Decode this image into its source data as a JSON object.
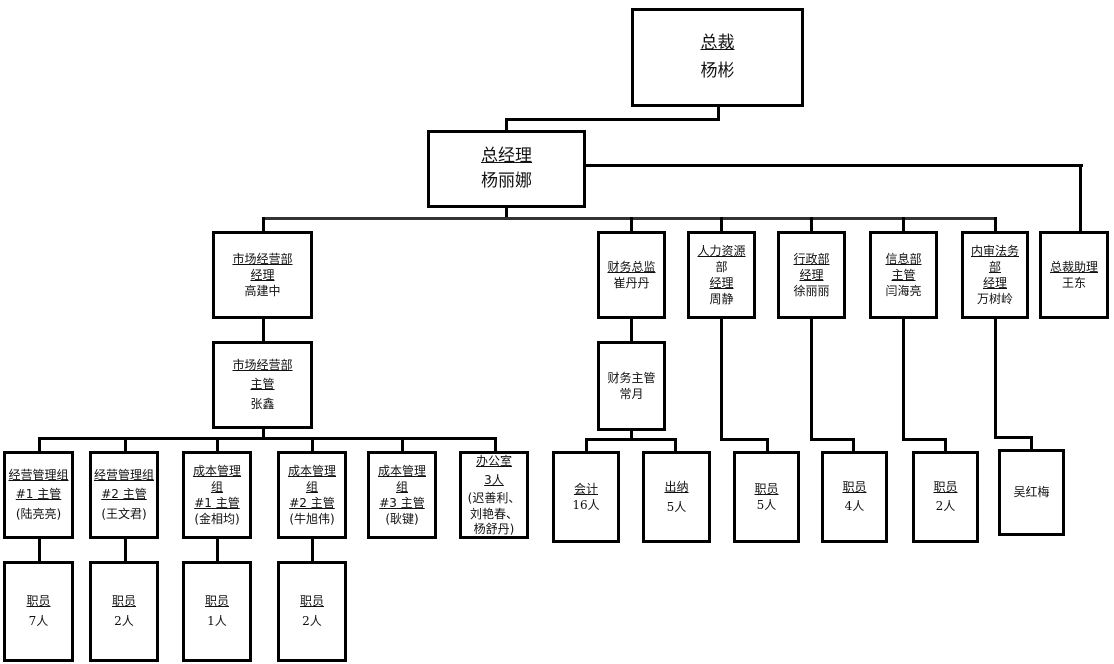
{
  "chart_title": "",
  "ceo": {
    "title": "总裁",
    "name": "杨彬"
  },
  "gm": {
    "title": "总经理",
    "name": "杨丽娜"
  },
  "departments": [
    {
      "lines": [
        "市场经营部",
        "经理",
        "高建中"
      ]
    },
    {
      "lines": [
        "财务总监",
        "崔丹丹"
      ]
    },
    {
      "lines": [
        "人力资源",
        "部",
        "经理",
        "周静"
      ]
    },
    {
      "lines": [
        "行政部",
        "经理",
        "徐丽丽"
      ]
    },
    {
      "lines": [
        "信息部",
        "主管",
        "闫海亮"
      ]
    },
    {
      "lines": [
        "内审法务",
        "部",
        "经理",
        "万树岭"
      ]
    },
    {
      "lines": [
        "总裁助理",
        "王东"
      ]
    }
  ],
  "market_supervisor": {
    "lines": [
      "市场经营部",
      "主管",
      "张鑫"
    ]
  },
  "market_groups": [
    {
      "lines": [
        "经营管理组",
        "#1 主管",
        "(陆亮亮)"
      ]
    },
    {
      "lines": [
        "经营管理组",
        "#2 主管",
        "(王文君)"
      ]
    },
    {
      "lines": [
        "成本管理",
        "组",
        "#1 主管",
        "(金相均)"
      ]
    },
    {
      "lines": [
        "成本管理",
        "组",
        "#2 主管",
        "(牛旭伟)"
      ]
    },
    {
      "lines": [
        "成本管理",
        "组",
        "#3 主管",
        "(耿键)"
      ]
    },
    {
      "lines": [
        "办公室",
        "3人",
        "(迟善利、",
        "刘艳春、",
        "杨舒丹)"
      ]
    }
  ],
  "market_staff": [
    {
      "title": "职员",
      "count": "7人"
    },
    {
      "title": "职员",
      "count": "2人"
    },
    {
      "title": "职员",
      "count": "1人"
    },
    {
      "title": "职员",
      "count": "2人"
    }
  ],
  "finance_supervisor": {
    "lines": [
      "财务主管",
      "常月"
    ]
  },
  "finance_units": [
    {
      "title": "会计",
      "count": "16人"
    },
    {
      "title": "出纳",
      "count": "5人"
    }
  ],
  "dept_staff": [
    {
      "title": "职员",
      "count": "5人"
    },
    {
      "title": "职员",
      "count": "4人"
    },
    {
      "title": "职员",
      "count": "2人"
    },
    {
      "title": "吴红梅",
      "count": ""
    }
  ]
}
